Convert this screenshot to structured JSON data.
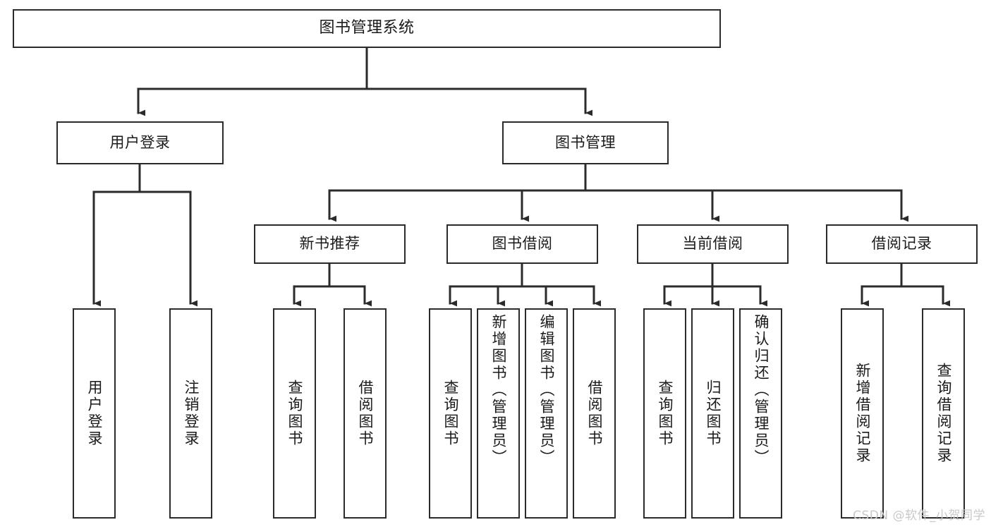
{
  "diagram": {
    "type": "tree-hierarchy-flowchart",
    "title": "图书管理系统",
    "watermark": "CSDN @软件_小贺同学",
    "colors": {
      "box_stroke": "#2b2b2b",
      "box_fill": "#ffffff",
      "connector": "#2b2b2b",
      "text": "#1a1a1a",
      "watermark": "#c9c9c9",
      "background": "#ffffff"
    },
    "levels": {
      "level_1": [
        "用户登录",
        "图书管理"
      ],
      "level_2": [
        "新书推荐",
        "图书借阅",
        "当前借阅",
        "借阅记录"
      ]
    },
    "nodes": {
      "root": {
        "label": "图书管理系统"
      },
      "user_login": {
        "label": "用户登录"
      },
      "book_manage": {
        "label": "图书管理"
      },
      "new_book_rec": {
        "label": "新书推荐"
      },
      "book_borrow": {
        "label": "图书借阅"
      },
      "current_borrow": {
        "label": "当前借阅"
      },
      "borrow_record": {
        "label": "借阅记录"
      }
    },
    "leaves": {
      "user_login": [
        {
          "label": "用户登录"
        },
        {
          "label": "注销登录"
        }
      ],
      "new_book_rec": [
        {
          "label": "查询图书"
        },
        {
          "label": "借阅图书"
        }
      ],
      "book_borrow": [
        {
          "label": "查询图书"
        },
        {
          "label": "新增图书（管理员）"
        },
        {
          "label": "编辑图书（管理员）"
        },
        {
          "label": "借阅图书"
        }
      ],
      "current_borrow": [
        {
          "label": "查询图书"
        },
        {
          "label": "归还图书"
        },
        {
          "label": "确认归还（管理员）"
        }
      ],
      "borrow_record": [
        {
          "label": "新增借阅记录"
        },
        {
          "label": "查询借阅记录"
        }
      ]
    }
  }
}
